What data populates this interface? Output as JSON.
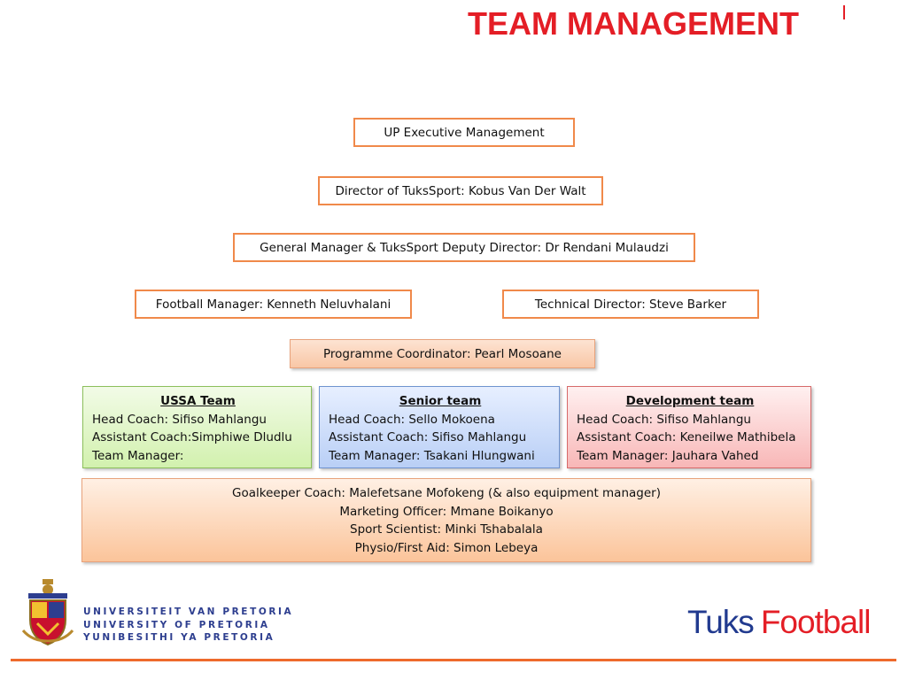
{
  "title": "TEAM MANAGEMENT",
  "hierarchy": {
    "executive": "UP Executive Management",
    "director": "Director of TuksSport: Kobus Van Der Walt",
    "general_manager": "General Manager & TuksSport Deputy Director: Dr Rendani Mulaudzi",
    "football_manager": "Football Manager: Kenneth Neluvhalani",
    "technical_director": "Technical Director: Steve Barker",
    "coordinator": "Programme Coordinator: Pearl Mosoane"
  },
  "teams": [
    {
      "name": "USSA Team",
      "head_coach": "Head Coach: Sifiso Mahlangu",
      "assistant": "Assistant Coach:Simphiwe Dludlu",
      "manager": "Team Manager:",
      "color": "#d2f1ae"
    },
    {
      "name": "Senior team",
      "head_coach": "Head Coach: Sello Mokoena",
      "assistant": "Assistant Coach: Sifiso Mahlangu",
      "manager": "Team Manager: Tsakani Hlungwani",
      "color": "#b9cff6"
    },
    {
      "name": "Development team",
      "head_coach": "Head Coach: Sifiso Mahlangu",
      "assistant": "Assistant Coach: Keneilwe Mathibela",
      "manager": "Team Manager: Jauhara Vahed",
      "color": "#f8b7b7"
    }
  ],
  "support_staff": [
    "Goalkeeper Coach:  Malefetsane Mofokeng (& also equipment manager)",
    "Marketing Officer: Mmane Boikanyo",
    "Sport Scientist: Minki Tshabalala",
    "Physio/First Aid: Simon Lebeya"
  ],
  "footer": {
    "university_lines": [
      "UNIVERSITEIT VAN PRETORIA",
      "UNIVERSITY OF PRETORIA",
      "YUNIBESITHI YA PRETORIA"
    ],
    "logo_part1": "Tuks",
    "logo_part2": "Football",
    "crest_icon": "university-crest-icon"
  },
  "colors": {
    "title_red": "#e41e26",
    "box_border": "#f0894a",
    "university_blue": "#2d3e8f",
    "accent_orange": "#ee6a2c"
  }
}
